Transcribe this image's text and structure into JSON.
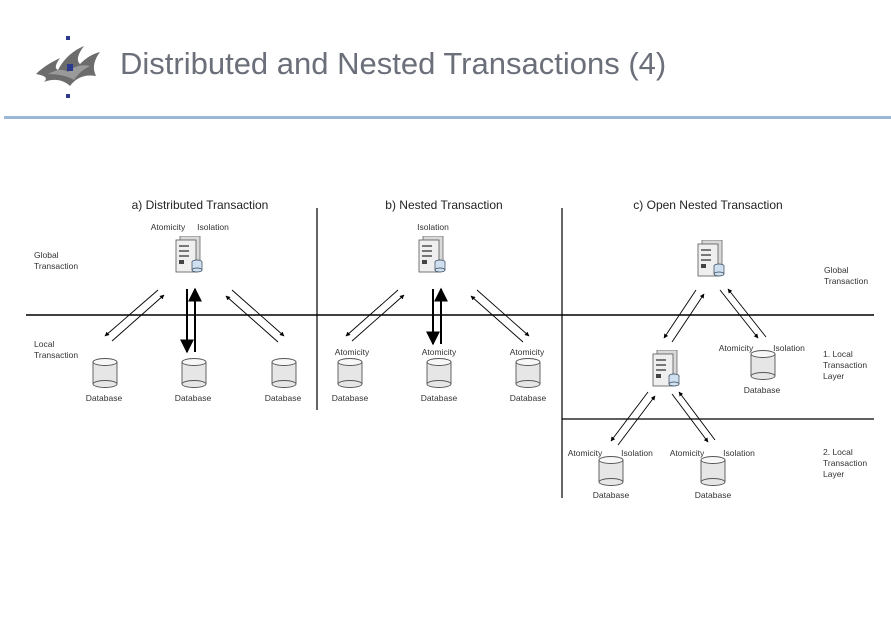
{
  "slide": {
    "title": "Distributed and Nested Transactions (4)",
    "accent_color": "#9ab7d8",
    "logo_icon": "flame-logo-icon"
  },
  "diagram": {
    "panel_a": {
      "heading": "a) Distributed Transaction",
      "server_label_left": "Atomicity",
      "server_label_right": "Isolation",
      "global_label": [
        "Global",
        "Transaction"
      ],
      "local_label": [
        "Local",
        "Transaction"
      ],
      "db_labels": [
        "Database",
        "Database",
        "Database"
      ]
    },
    "panel_b": {
      "heading": "b) Nested Transaction",
      "server_label": "Isolation",
      "atomicity_labels": [
        "Atomicity",
        "Atomicity",
        "Atomicity"
      ],
      "db_labels": [
        "Database",
        "Database",
        "Database"
      ]
    },
    "panel_c": {
      "heading": "c) Open Nested Transaction",
      "global_label": [
        "Global",
        "Transaction"
      ],
      "layer1_label": [
        "1. Local",
        "Transaction",
        "Layer"
      ],
      "layer2_label": [
        "2. Local",
        "Transaction",
        "Layer"
      ],
      "layer1_db": {
        "left": "Atomicity",
        "right": "Isolation",
        "db": "Database"
      },
      "layer2_db_left": {
        "left": "Atomicity",
        "right": "Isolation",
        "db": "Database"
      },
      "layer2_db_right": {
        "left": "Atomicity",
        "right": "Isolation",
        "db": "Database"
      }
    }
  }
}
